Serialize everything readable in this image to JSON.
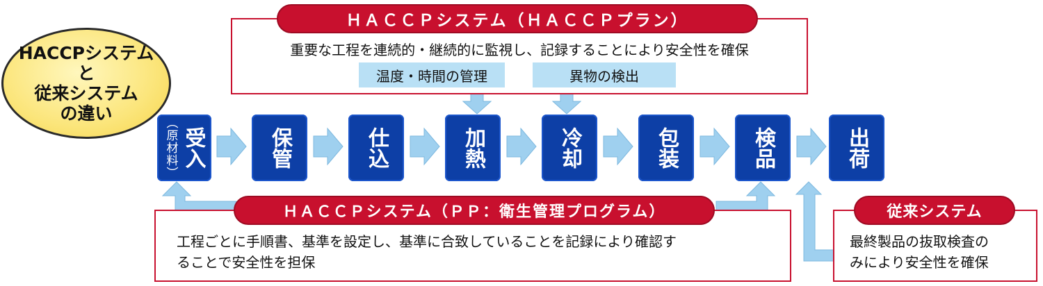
{
  "title": {
    "line1": "HACCPシステム",
    "line2": "と",
    "line3": "従来システム",
    "line4": "の違い"
  },
  "haccp_plan": {
    "label": "ＨＡＣＣＰシステム（ＨＡＣＣＰプラン）",
    "description": "重要な工程を連続的・継続的に監視し、記録することにより安全性を確保",
    "tags": [
      "温度・時間の管理",
      "異物の検出"
    ]
  },
  "steps": [
    {
      "main": "受入",
      "sub": "（原材料）"
    },
    {
      "main": "保管"
    },
    {
      "main": "仕込"
    },
    {
      "main": "加熱"
    },
    {
      "main": "冷却"
    },
    {
      "main": "包装"
    },
    {
      "main": "検品"
    },
    {
      "main": "出荷"
    }
  ],
  "haccp_pp": {
    "label": "ＨＡＣＣＰシステム（ＰＰ：衛生管理プログラム）",
    "description_line1": "工程ごとに手順書、基準を設定し、基準に合致していることを記録により確認す",
    "description_line2": "ることで安全性を担保"
  },
  "conventional": {
    "label": "従来システム",
    "description_line1": "最終製品の抜取検査の",
    "description_line2": "みにより安全性を確保"
  },
  "colors": {
    "step_blue": "#0d3fa6",
    "arrow_light_blue": "#9fd0ef",
    "accent_red": "#c8102e",
    "title_yellow": "#fbe57a"
  }
}
